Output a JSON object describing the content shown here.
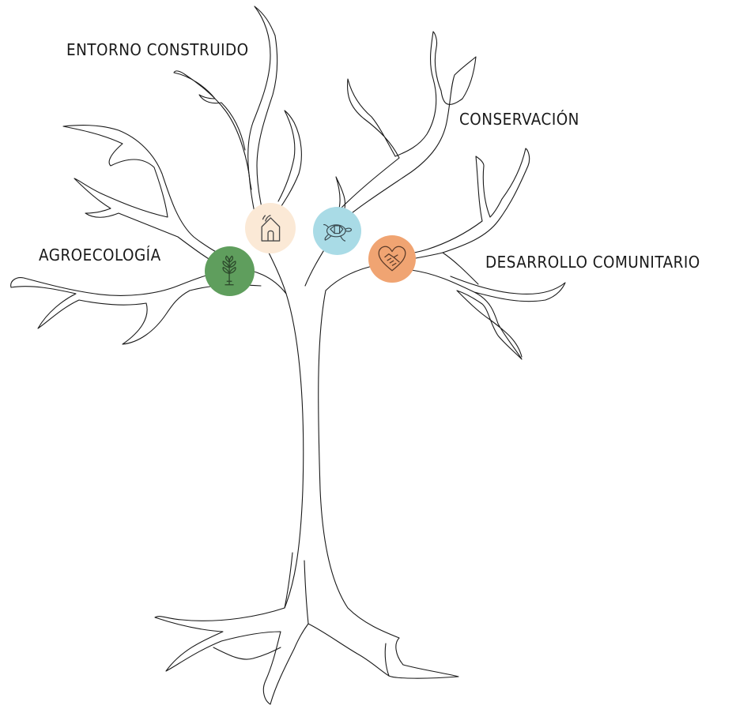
{
  "labels": {
    "entorno": "ENTORNO CONSTRUIDO",
    "conservacion": "CONSERVACIÓN",
    "agroecologia": "AGROECOLOGÍA",
    "desarrollo": "DESARROLLO COMUNITARIO"
  },
  "badges": [
    {
      "name": "house-icon",
      "color": "#fbe9d6"
    },
    {
      "name": "turtle-icon",
      "color": "#a9dbe6"
    },
    {
      "name": "plant-icon",
      "color": "#5f9e5d"
    },
    {
      "name": "handshake-heart-icon",
      "color": "#f0a472"
    }
  ],
  "colors": {
    "outline": "#1a1a1a",
    "background": "#ffffff"
  }
}
